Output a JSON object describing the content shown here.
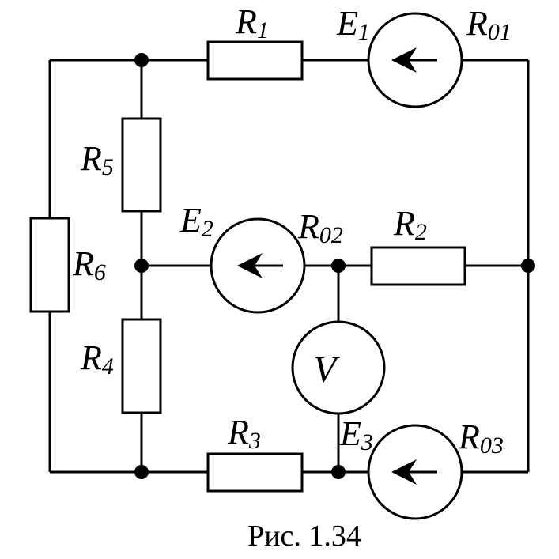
{
  "diagram": {
    "caption": "Рис. 1.34",
    "labels": {
      "r1": {
        "main": "R",
        "sub": "1"
      },
      "r2": {
        "main": "R",
        "sub": "2"
      },
      "r3": {
        "main": "R",
        "sub": "3"
      },
      "r4": {
        "main": "R",
        "sub": "4"
      },
      "r5": {
        "main": "R",
        "sub": "5"
      },
      "r6": {
        "main": "R",
        "sub": "6"
      },
      "e1": {
        "main": "E",
        "sub": "1"
      },
      "e2": {
        "main": "E",
        "sub": "2"
      },
      "e3": {
        "main": "E",
        "sub": "3"
      },
      "r01": {
        "main": "R",
        "sub": "01"
      },
      "r02": {
        "main": "R",
        "sub": "02"
      },
      "r03": {
        "main": "R",
        "sub": "03"
      },
      "voltmeter": "V"
    }
  }
}
